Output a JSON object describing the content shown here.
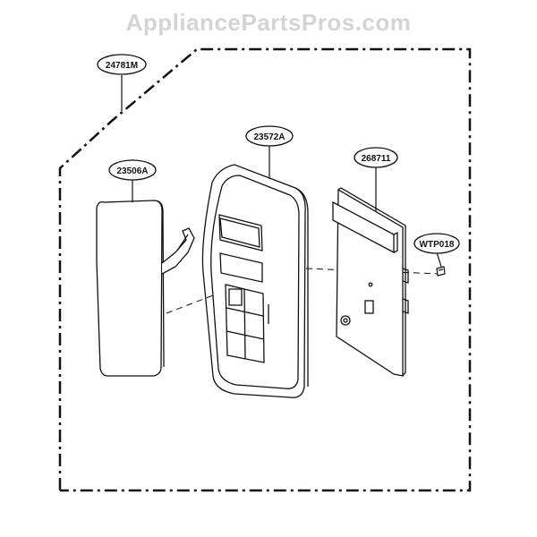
{
  "watermark": "AppliancePartsPros.com",
  "parts": {
    "assembly": "24781M",
    "membrane": "23506A",
    "panel": "23572A",
    "pcb": "268711",
    "screw": "WTP018"
  },
  "colors": {
    "line": "#111111",
    "fill": "#ffffff",
    "watermark": "#d4d4d4"
  }
}
